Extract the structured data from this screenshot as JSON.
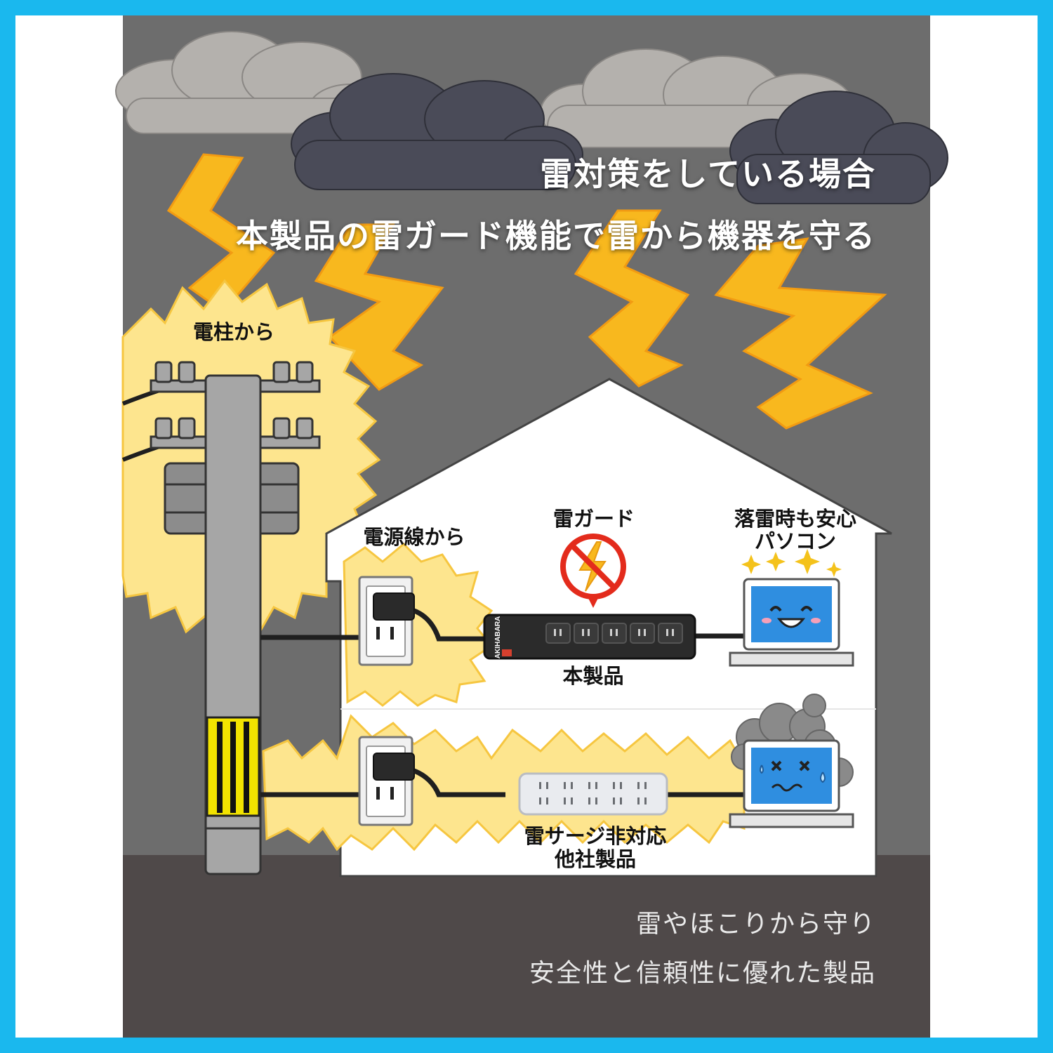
{
  "headline": {
    "line1": "雷対策をしている場合",
    "line2": "本製品の雷ガード機能で雷から機器を守る"
  },
  "labels": {
    "pole": "電柱から",
    "power_line": "電源線から",
    "guard": "雷ガード",
    "safe_pc_line1": "落雷時も安心",
    "safe_pc_line2": "パソコン",
    "product": "本製品",
    "other_line1": "雷サージ非対応",
    "other_line2": "他社製品"
  },
  "power_strip": {
    "brand": "AKIHABARA"
  },
  "footer": {
    "line1": "雷やほこりから守り",
    "line2": "安全性と信頼性に優れた製品"
  },
  "colors": {
    "frame": "#1ab8ee",
    "sky": "#6d6d6d",
    "ground": "#4f4949",
    "house": "#ffffff",
    "lightning": "#f8b81e",
    "surge_glow": "#fde58e",
    "guard_red": "#e32b1c",
    "laptop_screen": "#2f8ee0"
  },
  "icons": [
    "lightning-bolt-icon",
    "no-lightning-icon",
    "happy-laptop-icon",
    "broken-laptop-icon",
    "wall-outlet-icon",
    "power-strip-icon",
    "utility-pole-icon",
    "cloud-icon"
  ]
}
